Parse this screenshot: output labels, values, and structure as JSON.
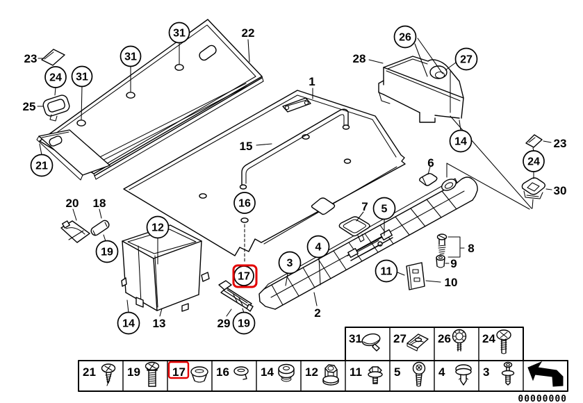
{
  "meta": {
    "doc_id": "00000000",
    "highlighted_item": "17"
  },
  "colors": {
    "line": "#000000",
    "background": "#ffffff",
    "highlight": "#e30000"
  },
  "diagram": {
    "callouts": {
      "shelf_31_a": "31",
      "shelf_31_b": "31",
      "shelf_31_c": "31",
      "shelf_24": "24",
      "shelf_21": "21",
      "shelf_cap_23": "23",
      "shelf_bezel_25": "25",
      "shelf_panel_22": "22",
      "floor_panel_1": "1",
      "handle_15": "15",
      "floor_16": "16",
      "floor_17": "17",
      "harness_29": "29",
      "clip_19": "19",
      "bin_12": "12",
      "bin_13": "13",
      "bin_14": "14",
      "cover_20": "20",
      "roller_18": "18",
      "left_19": "19",
      "tray_26": "26",
      "tray_27": "27",
      "tray_28": "28",
      "tray_14": "14",
      "right_23": "23",
      "right_24": "24",
      "right_30": "30",
      "sill_2": "2",
      "sill_3": "3",
      "sill_4": "4",
      "sill_5": "5",
      "cover_6": "6",
      "cup_7": "7",
      "screw_8": "8",
      "sleeve_9": "9",
      "plate_10": "10",
      "bracket_11": "11"
    }
  },
  "legend": {
    "top_row": [
      {
        "number": "31",
        "icon": "cover-cap",
        "highlighted": false
      },
      {
        "number": "27",
        "icon": "clamp-clip",
        "highlighted": false
      },
      {
        "number": "26",
        "icon": "knurled-knob",
        "highlighted": false
      },
      {
        "number": "24",
        "icon": "phillips-screw",
        "highlighted": false
      }
    ],
    "bottom_row": [
      {
        "number": "21",
        "icon": "tapping-screw",
        "highlighted": false
      },
      {
        "number": "19",
        "icon": "pan-head-screw",
        "highlighted": false
      },
      {
        "number": "17",
        "icon": "oval-grommet",
        "highlighted": true
      },
      {
        "number": "16",
        "icon": "cap-plug",
        "highlighted": false
      },
      {
        "number": "14",
        "icon": "round-grommet",
        "highlighted": false
      },
      {
        "number": "12",
        "icon": "cap-nut",
        "highlighted": false
      },
      {
        "number": "11",
        "icon": "hex-bolt",
        "highlighted": false
      },
      {
        "number": "5",
        "icon": "torx-screw",
        "highlighted": false
      },
      {
        "number": "4",
        "icon": "push-rivet",
        "highlighted": false
      },
      {
        "number": "3",
        "icon": "expanding-rivet",
        "highlighted": false
      }
    ]
  }
}
